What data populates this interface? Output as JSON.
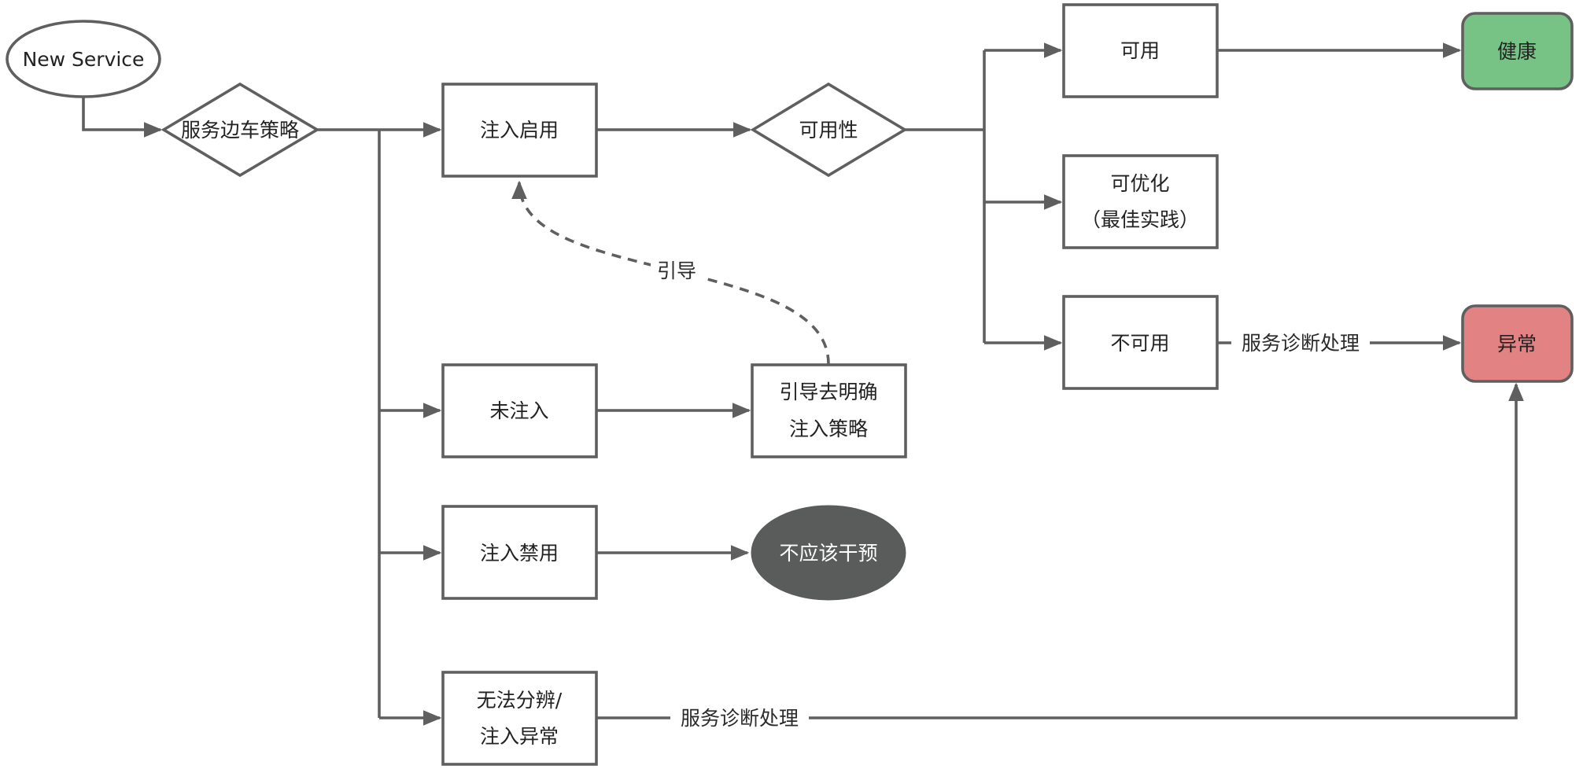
{
  "diagram": {
    "colors": {
      "stroke": "#5f5f5f",
      "healthy": "#77c386",
      "abnormal": "#e38282",
      "no_intervene": "#5a5b5b",
      "no_intervene_text": "#ffffff"
    },
    "nodes": {
      "new_service": {
        "label": "New Service",
        "shape": "ellipse"
      },
      "sidecar_policy": {
        "label": "服务边车策略",
        "shape": "diamond"
      },
      "injection_enabled": {
        "label": "注入启用",
        "shape": "rect"
      },
      "availability": {
        "label": "可用性",
        "shape": "diamond"
      },
      "available": {
        "label": "可用",
        "shape": "rect"
      },
      "optimizable": {
        "lines": [
          "可优化",
          "（最佳实践）"
        ],
        "shape": "rect"
      },
      "unavailable": {
        "label": "不可用",
        "shape": "rect"
      },
      "healthy": {
        "label": "健康",
        "shape": "rounded-rect"
      },
      "abnormal": {
        "label": "异常",
        "shape": "rounded-rect"
      },
      "not_injected": {
        "label": "未注入",
        "shape": "rect"
      },
      "guide_policy": {
        "lines": [
          "引导去明确",
          "注入策略"
        ],
        "shape": "rect"
      },
      "injection_disabled": {
        "label": "注入禁用",
        "shape": "rect"
      },
      "no_intervene": {
        "label": "不应该干预",
        "shape": "ellipse"
      },
      "indistinguishable": {
        "lines": [
          "无法分辨/",
          "注入异常"
        ],
        "shape": "rect"
      }
    },
    "edges": [
      {
        "from": "new_service",
        "to": "sidecar_policy",
        "label": ""
      },
      {
        "from": "sidecar_policy",
        "to": "injection_enabled",
        "label": ""
      },
      {
        "from": "sidecar_policy",
        "to": "not_injected",
        "label": ""
      },
      {
        "from": "sidecar_policy",
        "to": "injection_disabled",
        "label": ""
      },
      {
        "from": "sidecar_policy",
        "to": "indistinguishable",
        "label": ""
      },
      {
        "from": "injection_enabled",
        "to": "availability",
        "label": ""
      },
      {
        "from": "availability",
        "to": "available",
        "label": ""
      },
      {
        "from": "availability",
        "to": "optimizable",
        "label": ""
      },
      {
        "from": "availability",
        "to": "unavailable",
        "label": ""
      },
      {
        "from": "available",
        "to": "healthy",
        "label": ""
      },
      {
        "from": "unavailable",
        "to": "abnormal",
        "label": "服务诊断处理"
      },
      {
        "from": "not_injected",
        "to": "guide_policy",
        "label": ""
      },
      {
        "from": "guide_policy",
        "to": "injection_enabled",
        "label": "引导",
        "style": "dashed"
      },
      {
        "from": "injection_disabled",
        "to": "no_intervene",
        "label": ""
      },
      {
        "from": "indistinguishable",
        "to": "abnormal",
        "label": "服务诊断处理"
      }
    ]
  }
}
